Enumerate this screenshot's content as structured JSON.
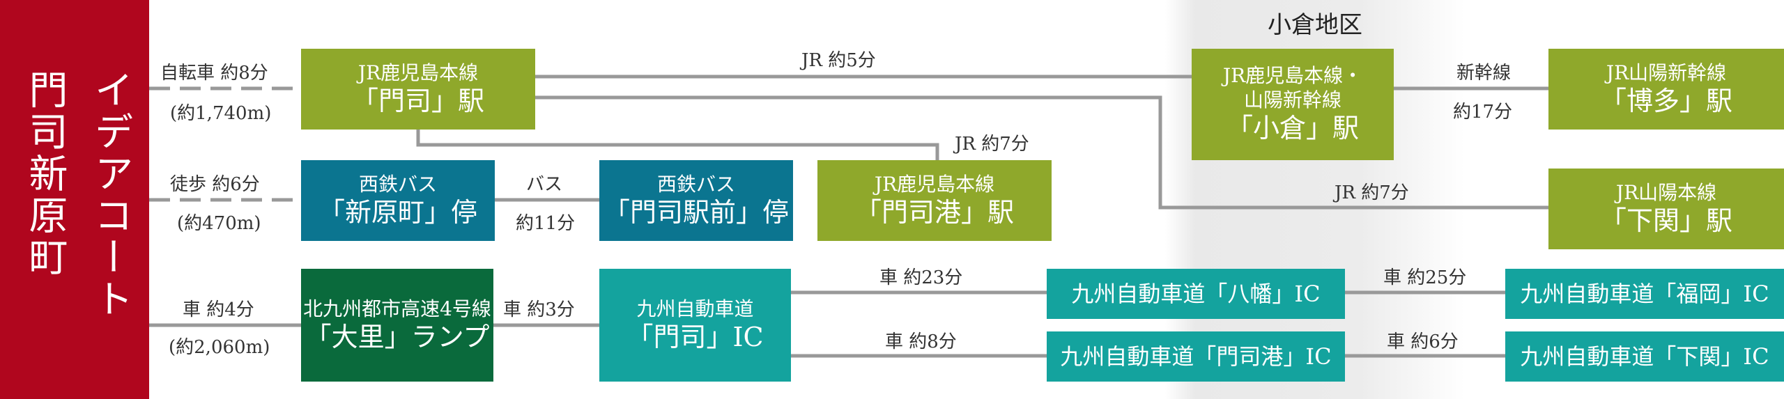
{
  "zone": {
    "title": "小倉地区"
  },
  "origin": {
    "line1": "イデアコート",
    "line2": "門司新原町"
  },
  "nodes": {
    "mojiStation": {
      "line1": "JR鹿児島本線",
      "line2": "「門司」駅"
    },
    "kokuraStation": {
      "line1": "JR鹿児島本線・",
      "line2": "山陽新幹線",
      "line3": "「小倉」駅"
    },
    "hakataStation": {
      "line1": "JR山陽新幹線",
      "line2": "「博多」駅"
    },
    "mojikoStation": {
      "line1": "JR鹿児島本線",
      "line2": "「門司港」駅"
    },
    "shimonosekiStation": {
      "line1": "JR山陽本線",
      "line2": "「下関」駅"
    },
    "shinkaraBus": {
      "line1": "西鉄バス",
      "line2": "「新原町」停"
    },
    "mojiekiBus": {
      "line1": "西鉄バス",
      "line2": "「門司駅前」停"
    },
    "dairiRamp": {
      "line1": "北九州都市高速4号線",
      "line2": "「大里」ランプ"
    },
    "mojiIC": {
      "line1": "九州自動車道",
      "line2": "「門司」IC"
    },
    "yahataIC": {
      "label": "九州自動車道「八幡」IC"
    },
    "mojikoIC": {
      "label": "九州自動車道「門司港」IC"
    },
    "fukuokaIC": {
      "label": "九州自動車道「福岡」IC"
    },
    "shimonosekiIC": {
      "label": "九州自動車道「下関」IC"
    }
  },
  "routes": {
    "bike": {
      "line1": "自転車 約8分",
      "line2": "(約1,740m)"
    },
    "walk": {
      "line1": "徒歩 約6分",
      "line2": "(約470m)"
    },
    "car4": {
      "line1": "車 約4分",
      "line2": "(約2,060m)"
    },
    "jr5": {
      "label": "JR 約5分"
    },
    "jr7a": {
      "label": "JR 約7分"
    },
    "jr7b": {
      "label": "JR 約7分"
    },
    "shinkansen": {
      "line1": "新幹線",
      "line2": "約17分"
    },
    "bus11": {
      "line1": "バス",
      "line2": "約11分"
    },
    "car3": {
      "label": "車 約3分"
    },
    "car23": {
      "label": "車 約23分"
    },
    "car8": {
      "label": "車 約8分"
    },
    "car25": {
      "label": "車 約25分"
    },
    "car6": {
      "label": "車 約6分"
    }
  },
  "colors": {
    "origin": "#b0061e",
    "rail_green": "#8fa82b",
    "expressway_green": "#0a6a3c",
    "bus_blue": "#0b7590",
    "road_teal": "#14a39e",
    "line_gray": "#999999"
  }
}
